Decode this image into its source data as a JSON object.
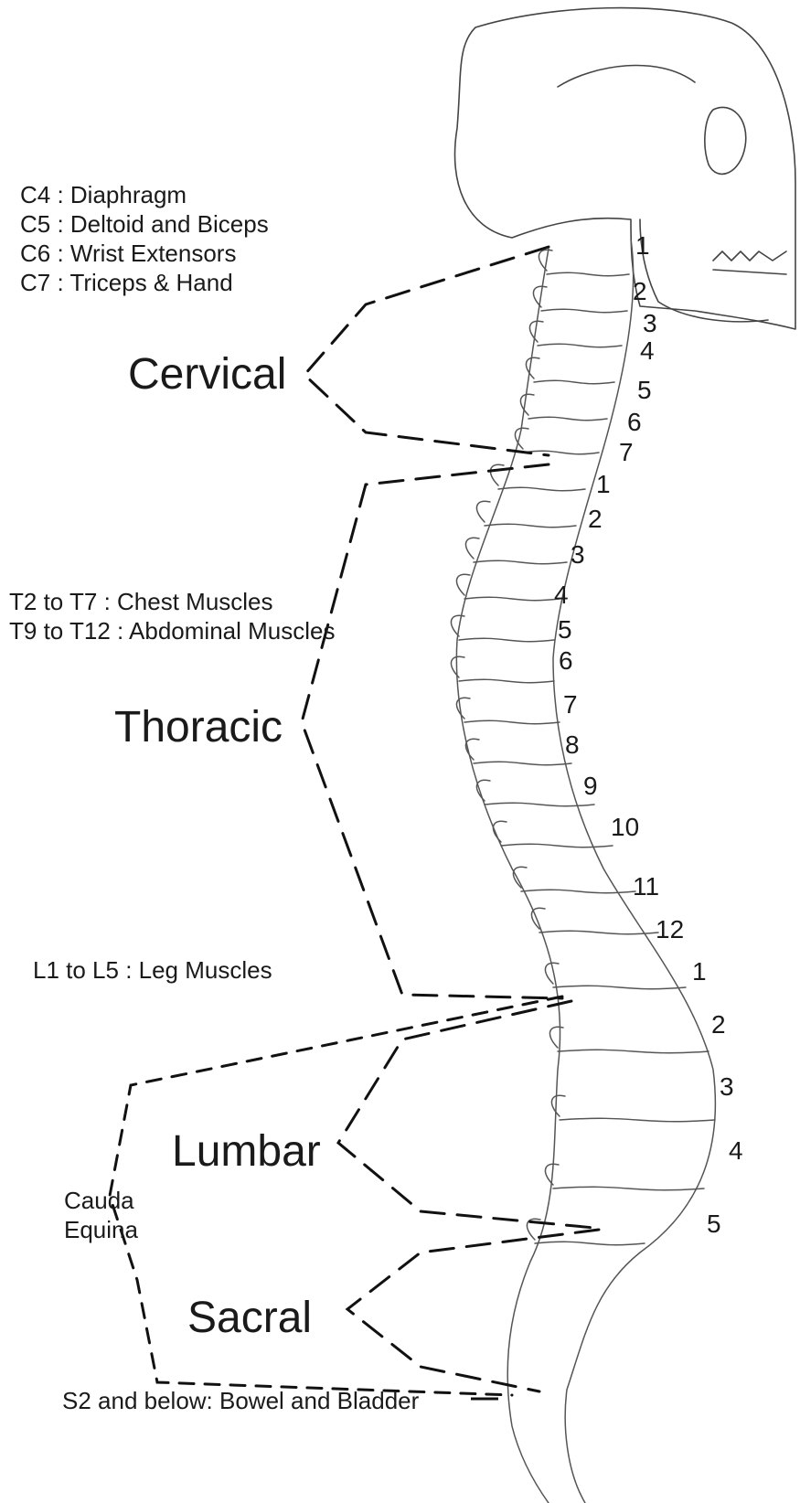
{
  "notes": {
    "cervical": [
      "C4 : Diaphragm",
      "C5 : Deltoid and Biceps",
      "C6 : Wrist Extensors",
      "C7 : Triceps &  Hand"
    ],
    "thoracic": [
      "T2 to T7 : Chest Muscles",
      "T9 to T12 : Abdominal Muscles"
    ],
    "lumbar": "L1 to L5 : Leg Muscles",
    "cauda": [
      "Cauda",
      "Equina"
    ],
    "sacral": "S2 and  below: Bowel and Bladder"
  },
  "regions": {
    "cervical": "Cervical",
    "thoracic": "Thoracic",
    "lumbar": "Lumbar",
    "sacral": "Sacral"
  },
  "vertebrae": {
    "cervical": [
      "1",
      "2",
      "3",
      "4",
      "5",
      "6",
      "7"
    ],
    "thoracic": [
      "1",
      "2",
      "3",
      "4",
      "5",
      "6",
      "7",
      "8",
      "9",
      "10",
      "11",
      "12"
    ],
    "lumbar": [
      "1",
      "2",
      "3",
      "4",
      "5"
    ]
  },
  "colors": {
    "ink": "#1a1a1a",
    "background": "#ffffff"
  }
}
